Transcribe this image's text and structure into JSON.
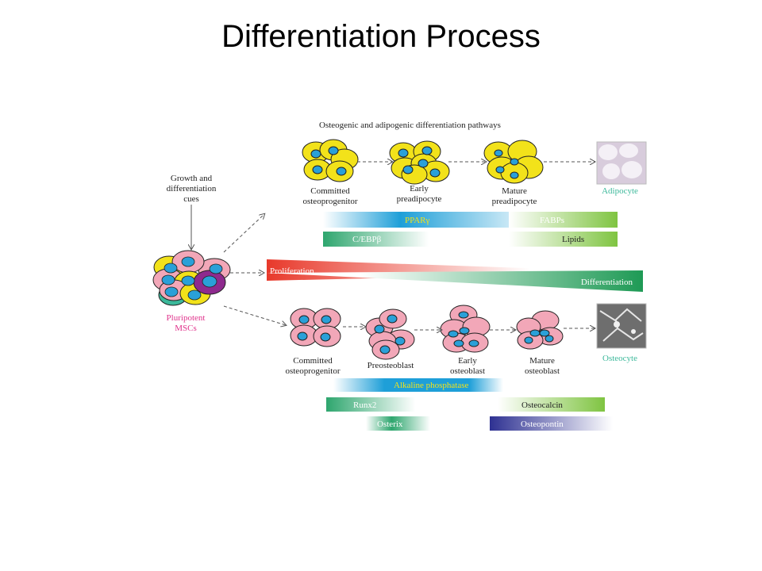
{
  "slide": {
    "title": "Differentiation Process"
  },
  "diagram": {
    "heading": "Osteogenic and adipogenic differentiation pathways",
    "cues": [
      "Growth and",
      "differentiation",
      "cues"
    ],
    "msc": [
      "Pluripotent",
      "MSCs"
    ],
    "adipo_stages": [
      {
        "line1": "Committed",
        "line2": "osteoprogenitor"
      },
      {
        "line1": "Early",
        "line2": "preadipocyte"
      },
      {
        "line1": "Mature",
        "line2": "preadipocyte"
      }
    ],
    "adipocyte": "Adipocyte",
    "adipo_markers": {
      "ppar": "PPARγ",
      "fabp": "FABPs",
      "cebp": "C/EBPβ",
      "lipids": "Lipids"
    },
    "gradient": {
      "left": "Proliferation",
      "right": "Differentiation"
    },
    "osteo_stages": [
      {
        "line1": "Committed",
        "line2": "osteoprogenitor"
      },
      {
        "line1": "Preosteoblast",
        "line2": ""
      },
      {
        "line1": "Early",
        "line2": "osteoblast"
      },
      {
        "line1": "Mature",
        "line2": "osteoblast"
      }
    ],
    "osteocyte": "Osteocyte",
    "osteo_markers": {
      "alp": "Alkaline phosphatase",
      "runx2": "Runx2",
      "osteocalcin": "Osteocalcin",
      "osterix": "Osterix",
      "osteopontin": "Osteopontin"
    },
    "colors": {
      "adipo_cell": "#f2e21a",
      "osteo_cell": "#f2a7b8",
      "nucleus": "#2aa0d8",
      "msc_label": "#e0338c",
      "teal_label": "#3bb89a"
    }
  }
}
